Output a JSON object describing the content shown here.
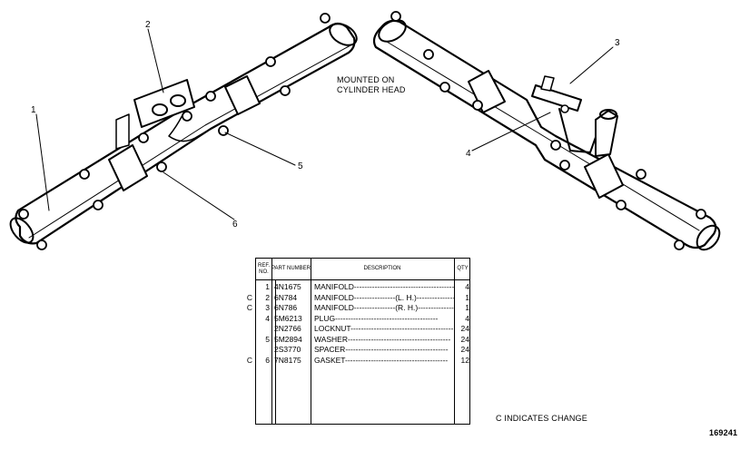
{
  "callouts": [
    "1",
    "2",
    "3",
    "4",
    "5",
    "6"
  ],
  "note_mounted": [
    "MOUNTED ON",
    "CYLINDER HEAD"
  ],
  "table": {
    "headers": {
      "ref_no": "REF. NO.",
      "part_number": "PART NUMBER",
      "description": "DESCRIPTION",
      "qty": "QTY"
    },
    "rows": [
      {
        "change": "",
        "ref": "1",
        "part": "4N1675",
        "desc": "MANIFOLD",
        "qty": "4"
      },
      {
        "change": "C",
        "ref": "2",
        "part": "6N784",
        "desc": "MANIFOLD",
        "suffix": "(L. H.)",
        "qty": "1"
      },
      {
        "change": "C",
        "ref": "3",
        "part": "6N786",
        "desc": "MANIFOLD",
        "suffix": "(R. H.)",
        "qty": "1"
      },
      {
        "change": "",
        "ref": "4",
        "part": "5M6213",
        "desc": "PLUG",
        "qty": "4"
      },
      {
        "change": "",
        "ref": "",
        "part": "2N2766",
        "desc": "LOCKNUT",
        "qty": "24"
      },
      {
        "change": "",
        "ref": "5",
        "part": "5M2894",
        "desc": "WASHER",
        "qty": "24"
      },
      {
        "change": "",
        "ref": "",
        "part": "2S3770",
        "desc": "SPACER",
        "qty": "24"
      },
      {
        "change": "C",
        "ref": "6",
        "part": "7N8175",
        "desc": "GASKET",
        "qty": "12"
      }
    ]
  },
  "legend_change": "C INDICATES CHANGE",
  "figure_number": "169241"
}
